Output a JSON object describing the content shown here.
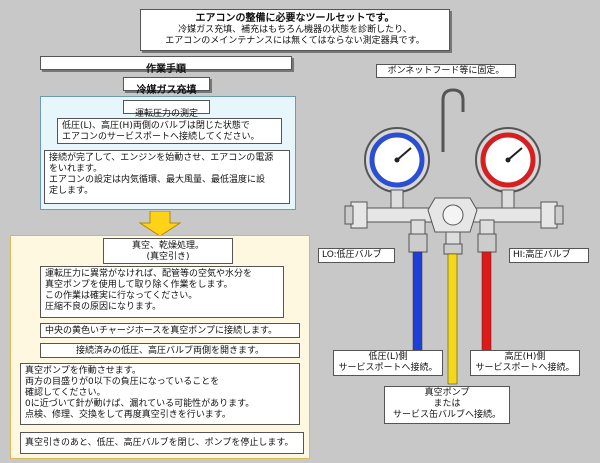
{
  "header": {
    "title": "エアコンの整備に必要なツールセットです。",
    "line1": "冷媒ガス充填、補充はもちろん機器の状態を診断したり、",
    "line2": "エアコンのメインテナンスには無くてはならない測定器具です。"
  },
  "procedure_title": "作業手順",
  "section_title": "冷媒ガス充填",
  "step1": {
    "title": "運転圧力の測定",
    "box1": "低圧(L)、高圧(H)両側のバルブは閉じた状態で\nエアコンのサービスポートへ接続してください。",
    "box2": "接続が完了して、エンジンを始動させ、エアコンの電源\nをいれます。\nエアコンの設定は内気循環、最大風量、最低温度に設\n定します。"
  },
  "step2": {
    "title": "真空、乾燥処理。\n(真空引き)",
    "box1": "運転圧力に異常がなければ、配管等の空気や水分を\n真空ポンプを使用して取り除く作業をします。\nこの作業は確実に行なってください。\n圧縮不良の原因になります。",
    "box2": "中央の黄色いチャージホースを真空ポンプに接続します。",
    "box3": "接続済みの低圧、高圧バルブ両側を開きます。",
    "box4": "真空ポンプを作動させます。\n両方の目盛りが0以下の負圧になっていることを\n確認してください。\n0に近づいて針が動けば、漏れている可能性があります。\n点検、修理、交換をして再度真空引きを行います。",
    "box5": "真空引きのあと、低圧、高圧バルブを閉じ、ポンプを停止します。"
  },
  "diagram": {
    "hook_label": "ボンネットフード等に固定。",
    "lo_label": "LO:低圧バルブ",
    "hi_label": "HI:高圧バルブ",
    "low_side": "低圧(L)側\nサービスポートへ接続。",
    "high_side": "高圧(H)側\nサービスポートへ接続。",
    "center": "真空ポンプ\nまたは\nサービス缶バルブへ接続。",
    "colors": {
      "low_gauge": "#2a4fd0",
      "high_gauge": "#d42020",
      "hose_low": "#1f3fd8",
      "hose_center": "#f2d71a",
      "hose_high": "#e01818"
    }
  }
}
